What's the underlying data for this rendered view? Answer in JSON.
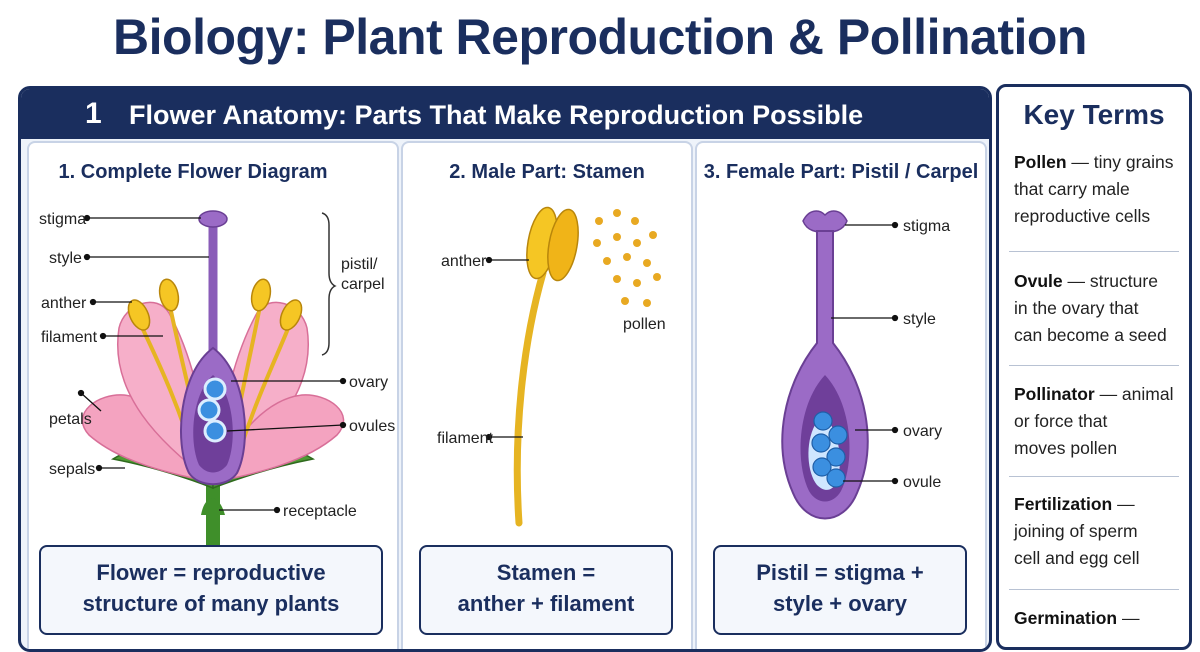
{
  "title": "Biology: Plant Reproduction & Pollination",
  "section": {
    "number": "1",
    "title": "Flower Anatomy: Parts That Make Reproduction Possible"
  },
  "panels": [
    {
      "title": "1. Complete Flower Diagram",
      "labels": {
        "stigma": "stigma",
        "style": "style",
        "anther": "anther",
        "filament": "filament",
        "petals": "petals",
        "sepals": "sepals",
        "pistil_1": "pistil/",
        "pistil_2": "carpel",
        "ovary": "ovary",
        "ovules": "ovules",
        "receptacle": "receptacle"
      },
      "caption_1": "Flower = reproductive",
      "caption_2": "structure of many plants"
    },
    {
      "title": "2. Male Part: Stamen",
      "labels": {
        "anther": "anther",
        "pollen": "pollen",
        "filament": "filament"
      },
      "caption_1": "Stamen =",
      "caption_2": "anther + filament"
    },
    {
      "title": "3. Female Part: Pistil / Carpel",
      "labels": {
        "stigma": "stigma",
        "style": "style",
        "ovary": "ovary",
        "ovule": "ovule"
      },
      "caption_1": "Pistil = stigma +",
      "caption_2": "style + ovary"
    }
  ],
  "key_terms": {
    "title": "Key Terms",
    "items": [
      {
        "term": "Pollen",
        "def_1": " — tiny grains",
        "def_2": "that carry male",
        "def_3": "reproductive cells"
      },
      {
        "term": "Ovule",
        "def_1": " — structure",
        "def_2": "in the ovary that",
        "def_3": "can become a seed"
      },
      {
        "term": "Pollinator",
        "def_1": " — animal",
        "def_2": "or force that",
        "def_3": "moves pollen"
      },
      {
        "term": "Fertilization",
        "def_1": " —",
        "def_2": "joining of sperm",
        "def_3": "cell and egg cell"
      },
      {
        "term": "Germination",
        "def_1": " —",
        "def_2": "",
        "def_3": ""
      }
    ]
  }
}
